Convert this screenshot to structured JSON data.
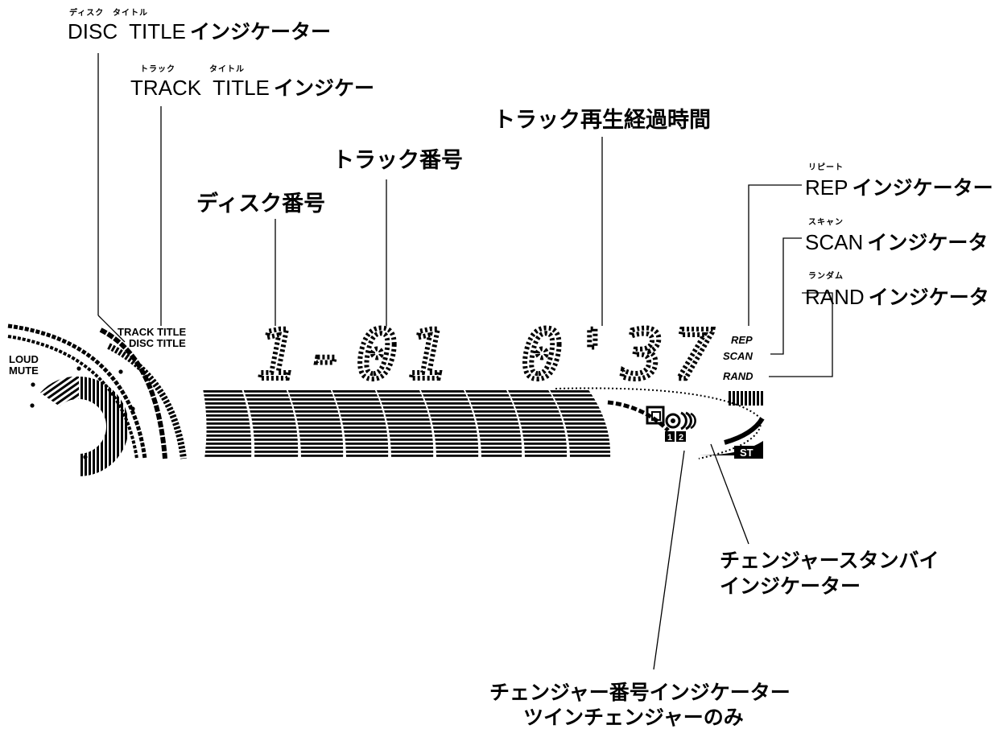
{
  "disc_title_indicator": {
    "ruby_disc": "ディスク",
    "ruby_title": "タイトル",
    "label_en": "DISC  TITLE",
    "label_jp": "インジケーター"
  },
  "track_title_indicator": {
    "ruby_track": "トラック",
    "ruby_title": "タイトル",
    "label_en": "TRACK  TITLE",
    "label_jp": "インジケー"
  },
  "disc_number": "ディスク番号",
  "track_number": "トラック番号",
  "track_elapsed_time": "トラック再生経過時間",
  "rep_indicator": {
    "ruby": "リピート",
    "label_en": "REP",
    "label_jp": "インジケーター"
  },
  "scan_indicator": {
    "ruby": "スキャン",
    "label_en": "SCAN",
    "label_jp": "インジケータ"
  },
  "rand_indicator": {
    "ruby": "ランダム",
    "label_en": "RAND",
    "label_jp": "インジケータ"
  },
  "changer_standby": {
    "line1": "チェンジャースタンバイ",
    "line2": "インジケーター"
  },
  "changer_number": {
    "line1": "チェンジャー番号インジケーター",
    "line2": "ツインチェンジャーのみ"
  },
  "display": {
    "loud": "LOUD",
    "mute": "MUTE",
    "track_title": "TRACK TITLE",
    "disc_title": "DISC TITLE",
    "disc_track": "1-01",
    "time": "0'37",
    "rep": "REP",
    "scan": "SCAN",
    "rand": "RAND",
    "st": "ST",
    "changer_1": "1",
    "changer_2": "2"
  }
}
